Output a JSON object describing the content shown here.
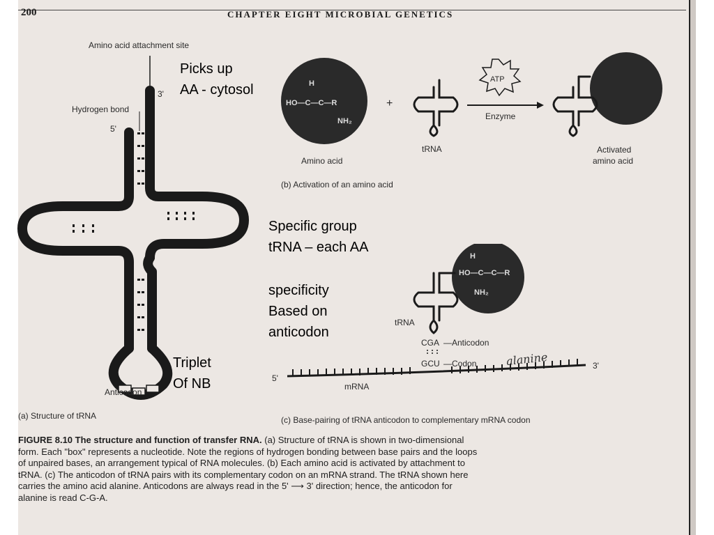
{
  "header": {
    "page_number": "200",
    "chapter": "CHAPTER EIGHT   MICROBIAL GENETICS"
  },
  "panel_a": {
    "amino_acid_attachment_site": "Amino acid attachment site",
    "three_prime": "3'",
    "five_prime": "5'",
    "hydrogen_bond": "Hydrogen bond",
    "anticodon": "Anticodon",
    "caption": "(a) Structure of tRNA"
  },
  "panel_b": {
    "amino_acid": "Amino acid",
    "plus": "+",
    "trna": "tRNA",
    "atp": "ATP",
    "enzyme": "Enzyme",
    "activated_line1": "Activated",
    "activated_line2": "amino acid",
    "caption": "(b) Activation of an amino acid",
    "molecule": {
      "top": "H",
      "mid": "HO—C—C—R",
      "bottom": "NH₂"
    }
  },
  "panel_c": {
    "trna": "tRNA",
    "cga": "CGA",
    "anticodon": "—Anticodon",
    "gcu": "GCU",
    "codon": "—Codon",
    "handwritten": "alanine",
    "five_prime": "5'",
    "three_prime": "3'",
    "mrna": "mRNA",
    "caption": "(c) Base-pairing of tRNA anticodon to complementary mRNA codon"
  },
  "notes": {
    "picks_up_1": "Picks up",
    "picks_up_2": "AA - cytosol",
    "specific_1": "Specific group",
    "specific_2": "tRNA – each AA",
    "specificity_1": "specificity",
    "specificity_2": "Based on",
    "specificity_3": "anticodon",
    "triplet_1": "Triplet",
    "triplet_2": "Of NB"
  },
  "figure_caption": {
    "label": "FIGURE 8.10",
    "title": "The structure and function of transfer RNA.",
    "body": "(a) Structure of tRNA is shown in two-dimensional form. Each \"box\" represents a nucleotide. Note the regions of hydrogen bonding between base pairs and the loops of unpaired bases, an arrangement typical of RNA molecules. (b) Each amino acid is activated by attachment to tRNA. (c) The anticodon of tRNA pairs with its complementary codon on an mRNA strand. The tRNA shown here carries the amino acid alanine. Anticodons are always read in the 5' ⟶ 3' direction; hence, the anticodon for alanine is read C-G-A."
  }
}
